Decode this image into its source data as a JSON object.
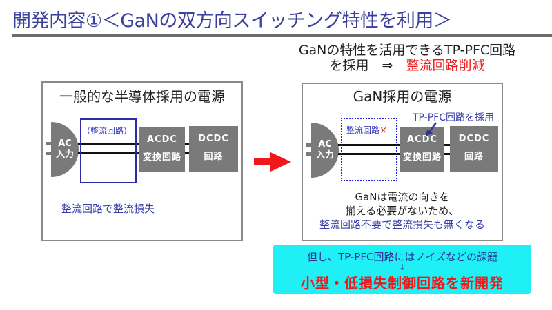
{
  "slide": {
    "title": "開発内容①＜GaNの双方向スイッチング特性を利用＞",
    "headline_line1": "GaNの特性を活用できるTP-PFC回路",
    "headline_line2_prefix": "を採用　⇒　",
    "headline_line2_highlight": "整流回路削減"
  },
  "left_panel": {
    "title": "一般的な半導体採用の電源",
    "ac_input": [
      "AC",
      "入力"
    ],
    "rectifier_label": "（整流回路）",
    "acdc_box": [
      "ACDC",
      "変換回路"
    ],
    "dcdc_box": [
      "DCDC",
      "回路"
    ],
    "note": "整流回路で整流損失"
  },
  "transition_arrow": {
    "icon": "right-arrow-icon",
    "color": "#f01818"
  },
  "right_panel": {
    "title": "GaN採用の電源",
    "ac_input": [
      "AC",
      "入力"
    ],
    "rectifier_label": "整流回路",
    "rectifier_removed_mark": "×",
    "pointer_label": "TP-PFC回路を採用",
    "acdc_box": [
      "ACDC",
      "変換回路"
    ],
    "dcdc_box": [
      "DCDC",
      "回路"
    ],
    "note_line1": "GaNは電流の向きを",
    "note_line2": "揃える必要がないため、",
    "note_line3": "整流回路不要で整流損失も無くなる"
  },
  "callout": {
    "line1": "但し、TP-PFC回路にはノイズなどの課題",
    "arrow": "↓",
    "line2": "小型・低損失制御回路を新開発",
    "background": "#1ff0f5"
  },
  "colors": {
    "title_blue": "#3b3f9e",
    "accent_red": "#f01818",
    "block_gray": "#7a7a7a"
  }
}
